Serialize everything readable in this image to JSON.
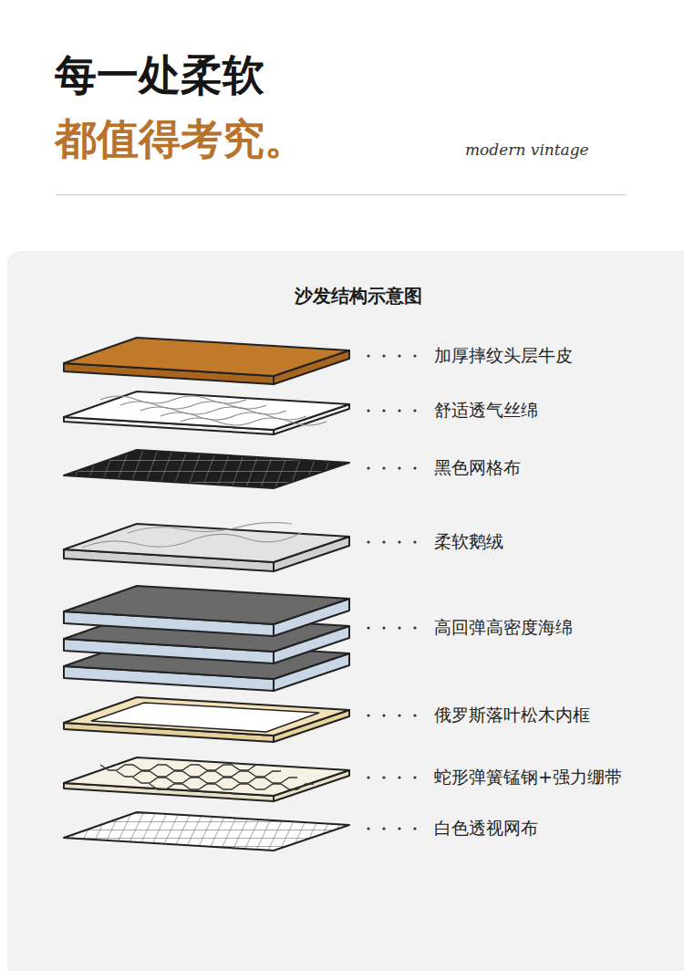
{
  "diagram": {
    "title": "每一处柔软",
    "labels": [
      "都值得考究。",
      "modern vintage",
      "沙发结构示意图",
      "加厚摔纹头层牛皮",
      "舒适透气丝绵",
      "黑色网格布",
      "柔软鹅绒",
      "高回弹高密度海绵",
      "俄罗斯落叶松木内框",
      "蛇形弹簧锰钢+强力绷带",
      "白色透视网布"
    ]
  }
}
